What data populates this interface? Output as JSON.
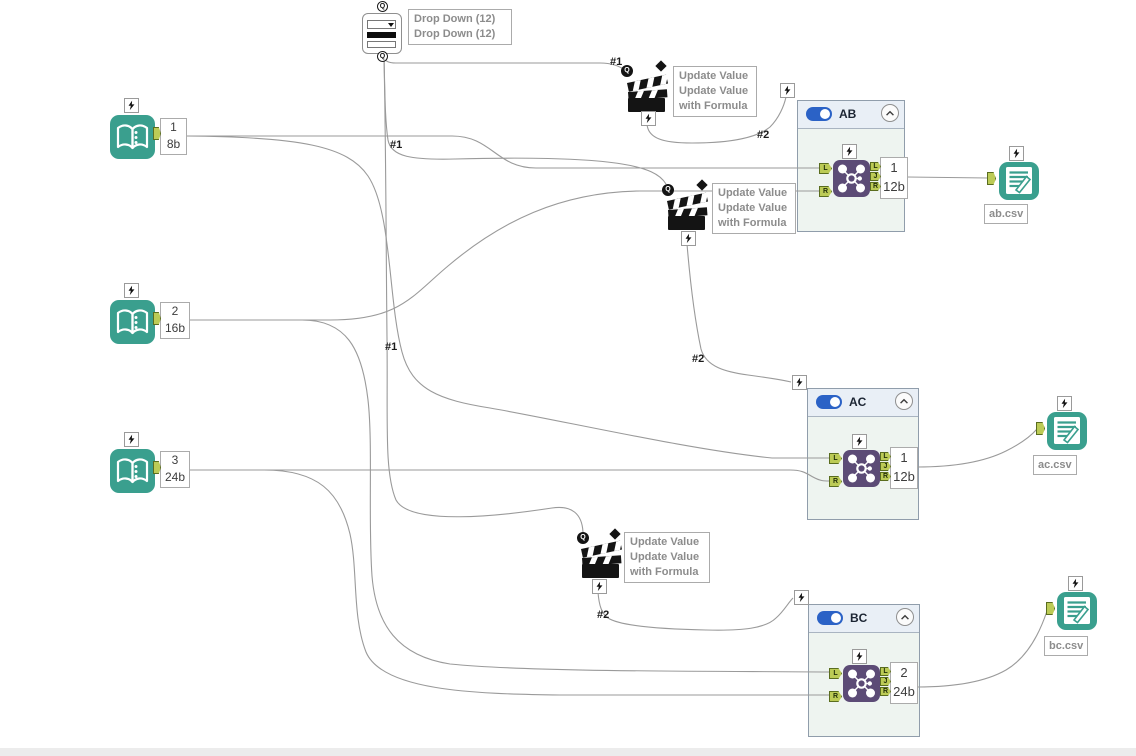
{
  "dropdown_tool": {
    "annotation_lines": [
      "Drop Down (12)",
      "Drop Down (12)"
    ]
  },
  "input_tools": [
    {
      "annotation_lines": [
        "1",
        "8b"
      ]
    },
    {
      "annotation_lines": [
        "2",
        "16b"
      ]
    },
    {
      "annotation_lines": [
        "3",
        "24b"
      ]
    }
  ],
  "action_tools": [
    {
      "annotation_lines": [
        "Update Value",
        "Update Value",
        "with Formula"
      ]
    },
    {
      "annotation_lines": [
        "Update Value",
        "Update Value",
        "with Formula"
      ]
    },
    {
      "annotation_lines": [
        "Update Value",
        "Update Value",
        "with Formula"
      ]
    }
  ],
  "containers": [
    {
      "title": "AB",
      "enabled": true,
      "join_annotation_lines": [
        "1",
        "12b"
      ]
    },
    {
      "title": "AC",
      "enabled": true,
      "join_annotation_lines": [
        "1",
        "12b"
      ]
    },
    {
      "title": "BC",
      "enabled": true,
      "join_annotation_lines": [
        "2",
        "24b"
      ]
    }
  ],
  "output_tools": [
    {
      "annotation": "ab.csv"
    },
    {
      "annotation": "ac.csv"
    },
    {
      "annotation": "bc.csv"
    }
  ],
  "wire_labels": [
    "#1",
    "#1",
    "#1",
    "#2",
    "#2",
    "#2"
  ],
  "anchors": {
    "left": "L",
    "join": "J",
    "right": "R",
    "question": "Q"
  },
  "colors": {
    "tool_teal": "#3A9F8E",
    "join_purple": "#5C4B76",
    "anchor_green": "#BCCB56",
    "toggle_blue": "#2B62C6",
    "container_header": "#E9EFF6",
    "container_body": "#EEF4F0",
    "wire_gray": "#9A9A9A",
    "annotation_gray": "#8C8C8C"
  }
}
